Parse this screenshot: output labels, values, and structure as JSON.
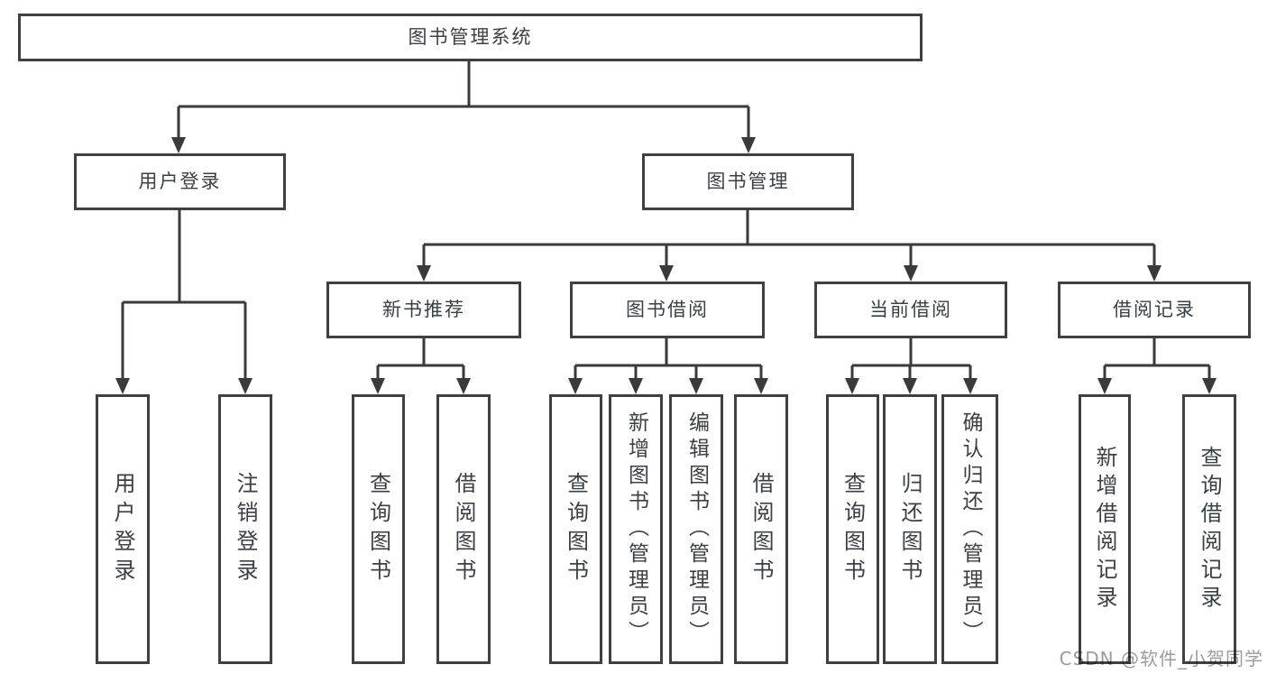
{
  "watermark": "CSDN @软件_小贺同学",
  "colors": {
    "line": "#3a3a3a",
    "border": "#404040",
    "text": "#3b3f46",
    "watermark": "#9c9c9c",
    "background": "#ffffff"
  },
  "nodes": {
    "root": {
      "label": "图书管理系统"
    },
    "user_login": {
      "label": "用户登录"
    },
    "book_mgmt": {
      "label": "图书管理"
    },
    "new_books": {
      "label": "新书推荐"
    },
    "book_borrow": {
      "label": "图书借阅"
    },
    "current_borrow": {
      "label": "当前借阅"
    },
    "borrow_records": {
      "label": "借阅记录"
    },
    "leaves": [
      {
        "label": "用户登录",
        "parent": "用户登录"
      },
      {
        "label": "注销登录",
        "parent": "用户登录"
      },
      {
        "label": "查询图书",
        "parent": "新书推荐"
      },
      {
        "label": "借阅图书",
        "parent": "新书推荐"
      },
      {
        "label": "查询图书",
        "parent": "图书借阅"
      },
      {
        "label": "新增图书（管理员）",
        "parent": "图书借阅"
      },
      {
        "label": "编辑图书（管理员）",
        "parent": "图书借阅"
      },
      {
        "label": "借阅图书",
        "parent": "图书借阅"
      },
      {
        "label": "查询图书",
        "parent": "当前借阅"
      },
      {
        "label": "归还图书",
        "parent": "当前借阅"
      },
      {
        "label": "确认归还（管理员）",
        "parent": "当前借阅"
      },
      {
        "label": "新增借阅记录",
        "parent": "借阅记录"
      },
      {
        "label": "查询借阅记录",
        "parent": "借阅记录"
      }
    ]
  }
}
